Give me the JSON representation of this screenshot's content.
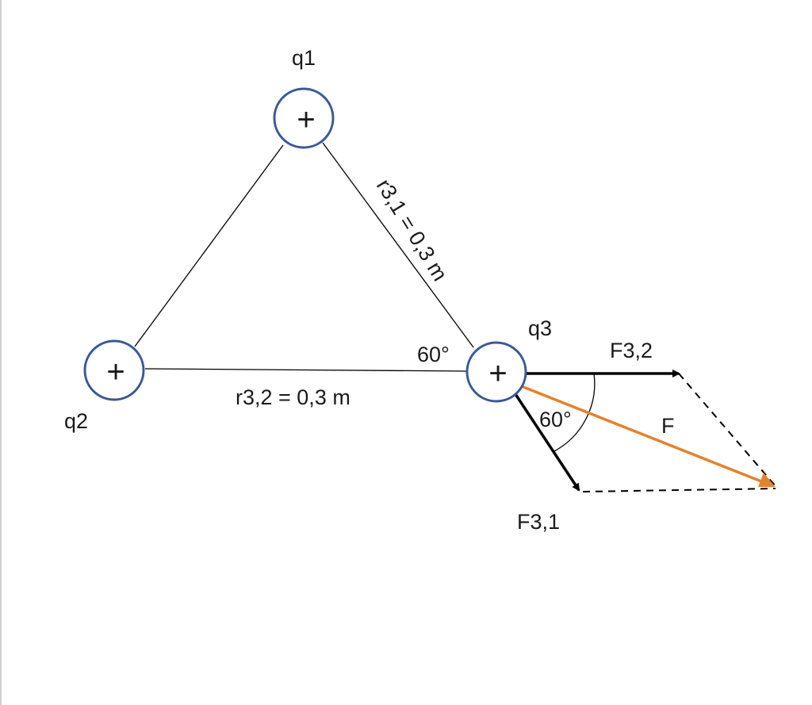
{
  "charges": {
    "q1": {
      "label": "q1",
      "sign": "+"
    },
    "q2": {
      "label": "q2",
      "sign": "+"
    },
    "q3": {
      "label": "q3",
      "sign": "+"
    }
  },
  "distances": {
    "r31": "r3,1 = 0,3 m",
    "r32": "r3,2 = 0,3 m"
  },
  "angles": {
    "triangle_angle": "60°",
    "force_angle": "60°"
  },
  "forces": {
    "f32": "F3,2",
    "f31": "F3,1",
    "resultant": "F"
  },
  "colors": {
    "charge_outline": "#3a5a94",
    "resultant_force": "#e4822f",
    "line": "#000000"
  }
}
